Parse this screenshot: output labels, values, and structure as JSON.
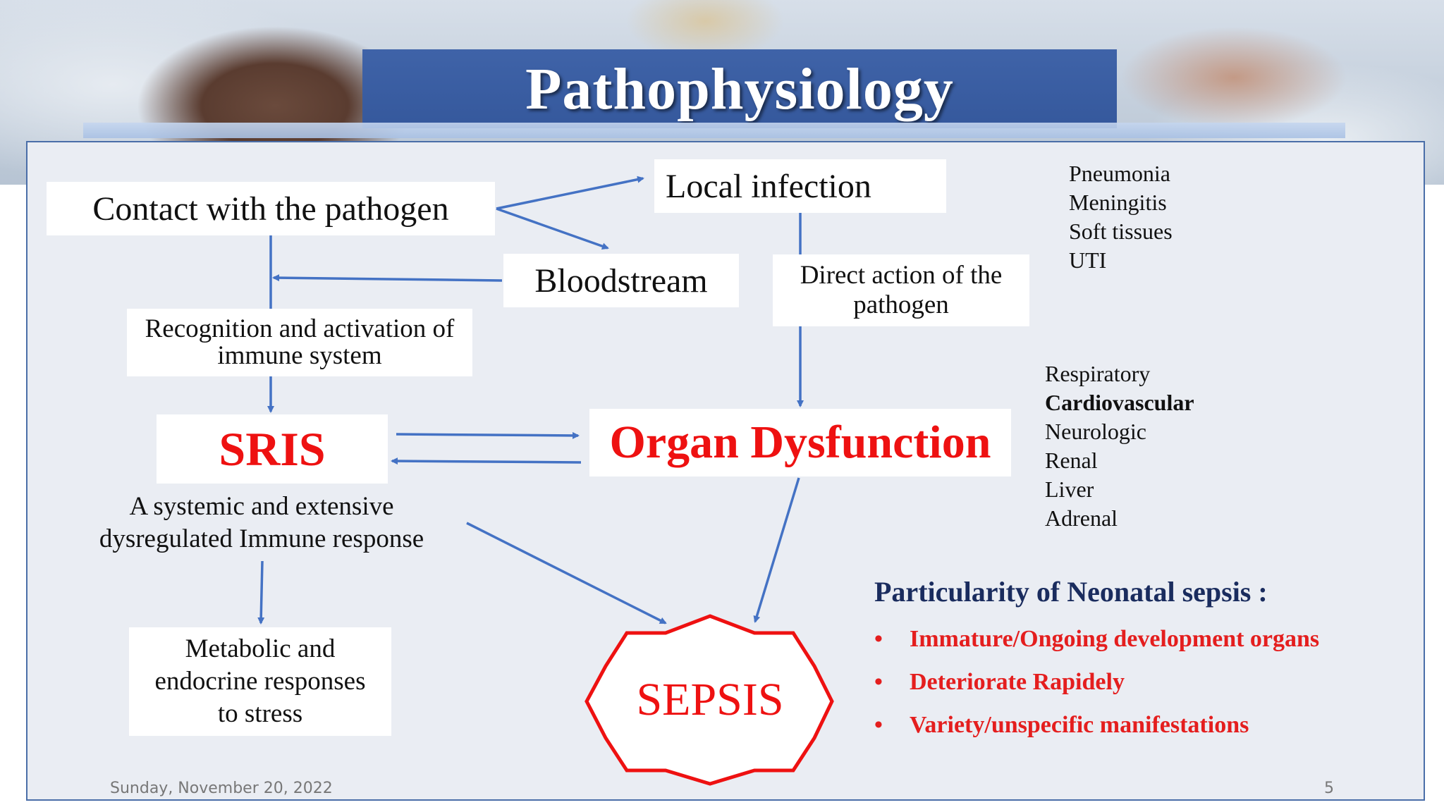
{
  "slide": {
    "title": "Pathophysiology",
    "footer_date": "Sunday, November 20, 2022",
    "page_number": "5"
  },
  "diagram": {
    "contact": "Contact with the pathogen",
    "local_infection": "Local infection",
    "bloodstream": "Bloodstream",
    "direct_action": "Direct action of the pathogen",
    "recognition": "Recognition and activation of immune system",
    "sris": "SRIS",
    "sris_desc": "A systemic and extensive dysregulated Immune response",
    "organ_dysfunction": "Organ Dysfunction",
    "metabolic": "Metabolic and endocrine responses to stress",
    "sepsis": "SEPSIS"
  },
  "local_infections": [
    "Pneumonia",
    "Meningitis",
    "Soft tissues",
    "UTI"
  ],
  "organs": [
    {
      "label": "Respiratory",
      "bold": false
    },
    {
      "label": "Cardiovascular",
      "bold": true
    },
    {
      "label": "Neurologic",
      "bold": false
    },
    {
      "label": "Renal",
      "bold": false
    },
    {
      "label": "Liver",
      "bold": false
    },
    {
      "label": "Adrenal",
      "bold": false
    }
  ],
  "particularity": {
    "heading": "Particularity of Neonatal sepsis :",
    "bullet_symbol": "•",
    "items": [
      "Immature/Ongoing development organs",
      "Deteriorate Rapidely",
      "Variety/unspecific manifestations"
    ]
  },
  "colors": {
    "title_bar": "#3f63a8",
    "arrow": "#4472c4",
    "red": "#ee1111",
    "heading_navy": "#1a2c5e",
    "panel_border": "#4a6ea8"
  }
}
